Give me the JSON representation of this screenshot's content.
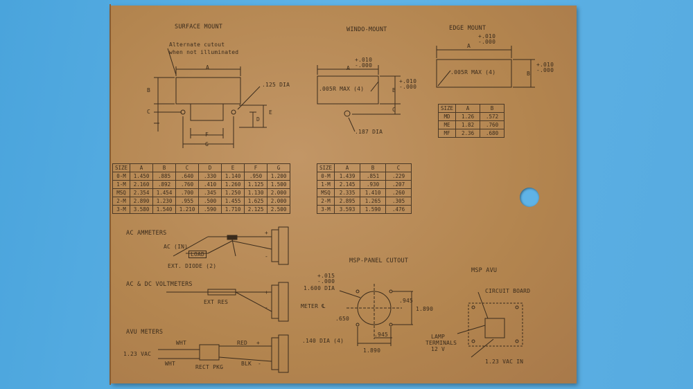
{
  "headings": {
    "surface_mount": "SURFACE MOUNT",
    "windo_mount": "WINDO-MOUNT",
    "edge_mount": "EDGE MOUNT",
    "ac_ammeters": "AC AMMETERS",
    "ac_dc_voltmeters": "AC & DC VOLTMETERS",
    "avu_meters": "AVU METERS",
    "msp_panel_cutout": "MSP-PANEL CUTOUT",
    "msp_avu": "MSP  AVU"
  },
  "surface": {
    "note1": "Alternate cutout",
    "note2": "when not illuminated",
    "dia": ".125 DIA",
    "A": "A",
    "B": "B",
    "C": "C",
    "D": "D",
    "E": "E",
    "F": "F",
    "G": "G"
  },
  "windo": {
    "tol_a": "+.010",
    "tol_a2": "-.000",
    "A": "A",
    "B": "B",
    "C": "C",
    "radius": ".005R MAX (4)",
    "tol_b": "+.010",
    "tol_b2": "-.000",
    "dia": ".187 DIA"
  },
  "edge": {
    "tol_a": "+.010",
    "tol_a2": "-.000",
    "A": "A",
    "B": "B",
    "radius": ".005R MAX (4)",
    "tol_b": "+.010",
    "tol_b2": "-.000"
  },
  "edge_table": {
    "headers": [
      "SIZE",
      "A",
      "B"
    ],
    "rows": [
      [
        "MD",
        "1.26",
        ".572"
      ],
      [
        "ME",
        "1.82",
        ".760"
      ],
      [
        "MF",
        "2.36",
        ".680"
      ]
    ]
  },
  "surface_table": {
    "headers": [
      "SIZE",
      "A",
      "B",
      "C",
      "D",
      "E",
      "F",
      "G"
    ],
    "rows": [
      [
        "0-M",
        "1.450",
        ".885",
        ".640",
        ".330",
        "1.140",
        ".950",
        "1.200"
      ],
      [
        "1-M",
        "2.160",
        ".892",
        ".760",
        ".410",
        "1.260",
        "1.125",
        "1.500"
      ],
      [
        "MSQ",
        "2.354",
        "1.454",
        ".700",
        ".345",
        "1.250",
        "1.130",
        "2.000"
      ],
      [
        "2-M",
        "2.890",
        "1.230",
        ".955",
        ".500",
        "1.455",
        "1.625",
        "2.000"
      ],
      [
        "3-M",
        "3.580",
        "1.540",
        "1.210",
        ".590",
        "1.710",
        "2.125",
        "2.500"
      ]
    ]
  },
  "windo_table": {
    "headers": [
      "SIZE",
      "A",
      "B",
      "C"
    ],
    "rows": [
      [
        "0-M",
        "1.439",
        ".851",
        ".229"
      ],
      [
        "1-M",
        "2.145",
        ".930",
        ".207"
      ],
      [
        "MSQ",
        "2.335",
        "1.410",
        ".260"
      ],
      [
        "2-M",
        "2.895",
        "1.265",
        ".305"
      ],
      [
        "3-M",
        "3.593",
        "1.590",
        ".476"
      ]
    ]
  },
  "ammeter": {
    "ac_in": "AC (IN)",
    "load": "LOAD",
    "diode": "EXT. DIODE (2)",
    "plus": "+",
    "minus": "-"
  },
  "voltmeter": {
    "ext_res": "EXT RES",
    "plus": "+",
    "minus": "-"
  },
  "avu": {
    "wht_top": "WHT",
    "red": "RED",
    "plus": "+",
    "vac": "1.23 VAC",
    "wht_bottom": "WHT",
    "rect_pkg": "RECT PKG",
    "blk": "BLK",
    "minus": "-"
  },
  "cutout": {
    "tol1": "+.015",
    "tol2": "-.000",
    "dia": "1.600 DIA",
    "meter": "METER ℄",
    "d650": ".650",
    "d945a": ".945",
    "d1890a": "1.890",
    "holes": ".140 DIA (4)",
    "d945b": ".945",
    "d1890b": "1.890"
  },
  "msp": {
    "board": "CIRCUIT BOARD",
    "lamp1": "LAMP",
    "lamp2": "TERMINALS",
    "lamp3": "12 V",
    "vac": "1.23 VAC  IN"
  }
}
